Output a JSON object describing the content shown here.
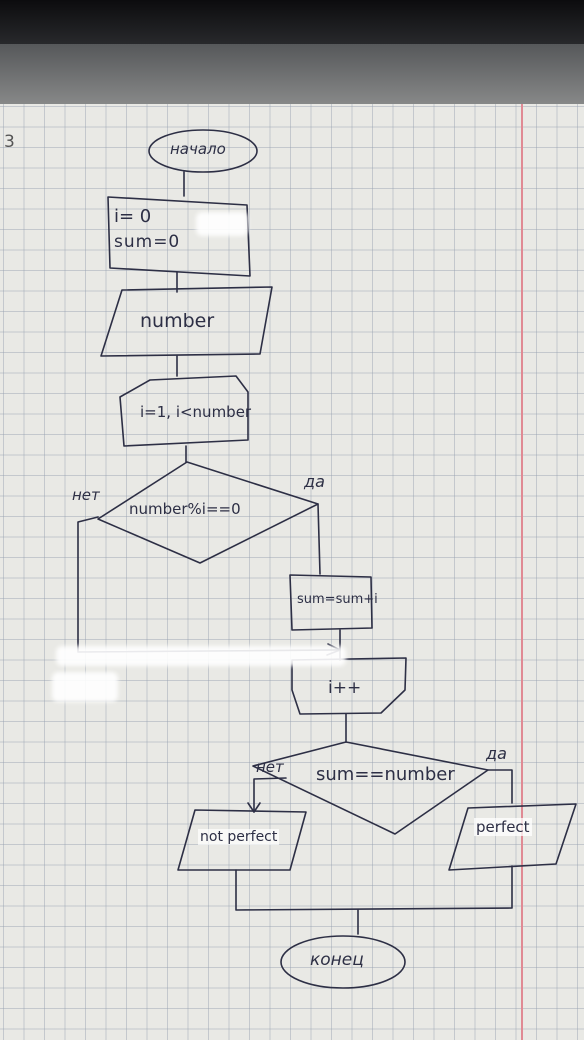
{
  "page_number": "3",
  "nodes": {
    "start": "начало",
    "init_line1": "i= 0",
    "init_line2": "sum=0",
    "input": "number",
    "loop": "i=1, i<number",
    "condition1": "number%i==0",
    "cond1_no": "нет",
    "cond1_yes": "да",
    "process_sum": "sum=sum+i",
    "increment": "i++",
    "condition2": "sum==number",
    "cond2_no": "нет",
    "cond2_yes": "да",
    "output_not": "not perfect",
    "output_yes": "perfect",
    "end": "конец"
  }
}
